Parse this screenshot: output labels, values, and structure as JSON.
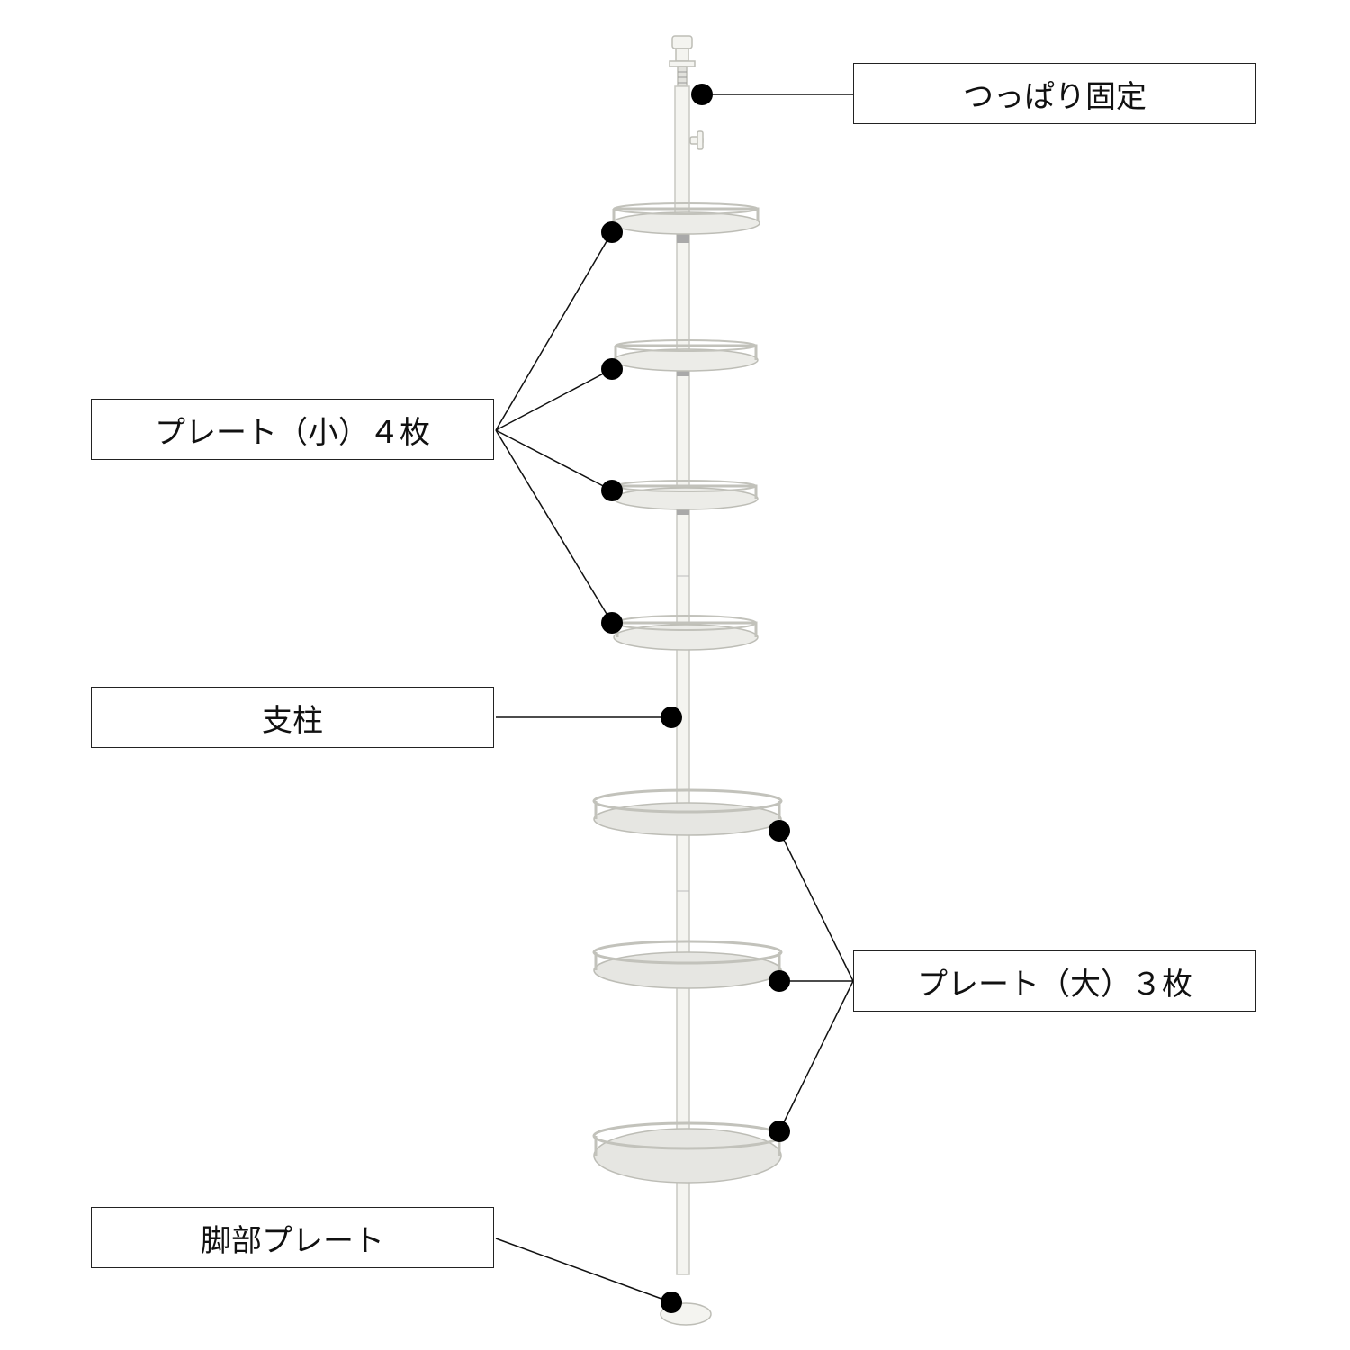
{
  "labels": {
    "tsuppari": "つっぱり固定",
    "plate_small": "プレート（小）４枚",
    "post": "支柱",
    "plate_large": "プレート（大）３枚",
    "foot_plate": "脚部プレート"
  },
  "colors": {
    "line": "#111111",
    "dot": "#000000",
    "pole": "#f4f4f0",
    "pole_stroke": "#c8c8c2",
    "joint": "#a9a9a9",
    "basket_mesh": "#e6e6e2"
  }
}
